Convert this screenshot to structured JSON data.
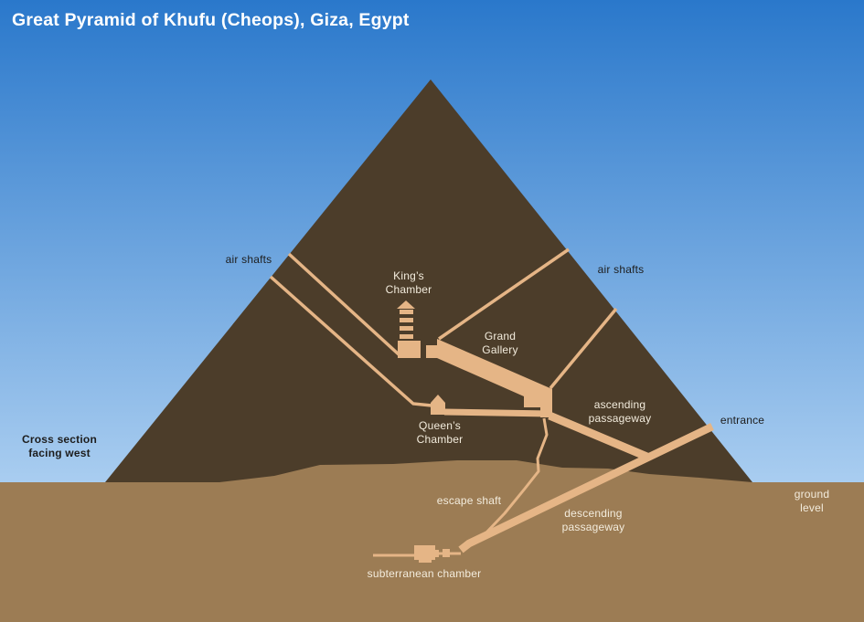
{
  "title": "Great Pyramid of Khufu (Cheops), Giza, Egypt",
  "caption": "Cross section\nfacing west",
  "labels": {
    "air_shafts_left": "air shafts",
    "air_shafts_right": "air shafts",
    "kings_chamber": "King’s\nChamber",
    "grand_gallery": "Grand\nGallery",
    "ascending_passageway": "ascending\npassageway",
    "entrance": "entrance",
    "queens_chamber": "Queen’s\nChamber",
    "ground_level": "ground level",
    "escape_shaft": "escape shaft",
    "descending_passageway": "descending\npassageway",
    "subterranean_chamber": "subterranean chamber"
  },
  "colors": {
    "sky_top": "#2a78cb",
    "sky_bottom": "#a9cdf0",
    "pyramid": "#4c3d2a",
    "ground": "#9c7c54",
    "passage": "#e5b586",
    "title_text": "#ffffff",
    "dark_label_text": "#1d1d1d",
    "light_label_text": "#f3ecdd"
  }
}
